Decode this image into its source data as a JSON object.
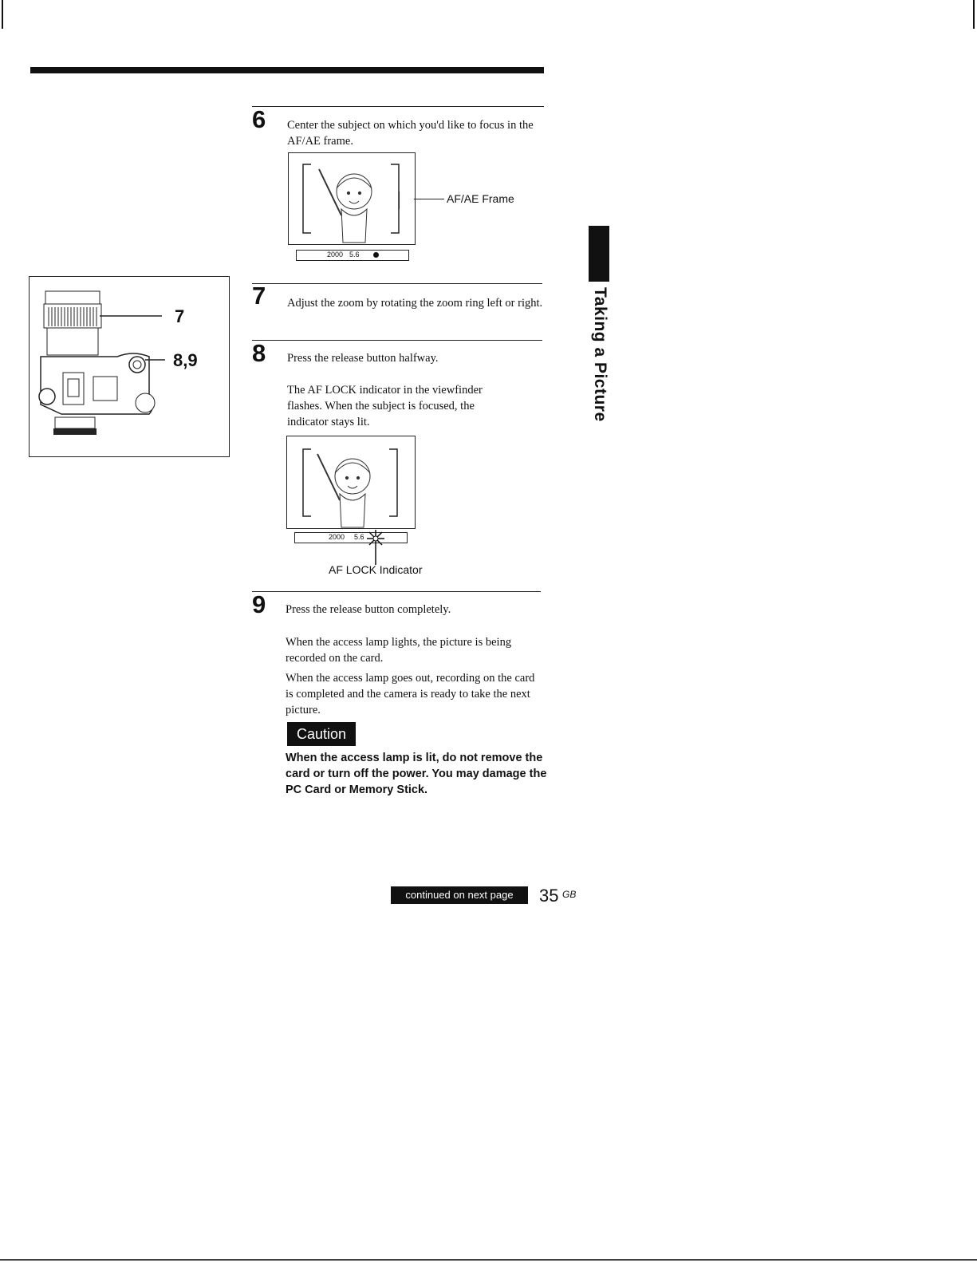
{
  "steps": [
    {
      "number": "6",
      "text": "Center the subject on which you'd like to focus in the AF/AE frame.",
      "callout": "AF/AE Frame"
    },
    {
      "number": "7",
      "text": "Adjust the zoom by rotating the zoom ring left or right."
    },
    {
      "number": "8",
      "text": "Press the release button halfway.",
      "detail": "The AF LOCK indicator in the viewfinder flashes. When the subject is focused, the indicator stays lit.",
      "callout": "AF LOCK Indicator"
    },
    {
      "number": "9",
      "text": "Press the release button completely.",
      "detail1": "When the access lamp lights, the picture is being recorded on the card.",
      "detail2": "When the access lamp goes out, recording on the card is completed and the camera is ready to take the next picture."
    }
  ],
  "viewfinder": {
    "shutter": "2000",
    "aperture": "5.6"
  },
  "camera_labels": {
    "zoom": "7",
    "release": "8,9"
  },
  "section_title": "Taking a Picture",
  "caution": {
    "label": "Caution",
    "text": "When the access lamp is lit, do not remove the card or turn off the power. You may damage the PC Card or Memory Stick."
  },
  "footer": {
    "continued": "continued on next page",
    "page_number": "35",
    "page_suffix": "GB"
  }
}
